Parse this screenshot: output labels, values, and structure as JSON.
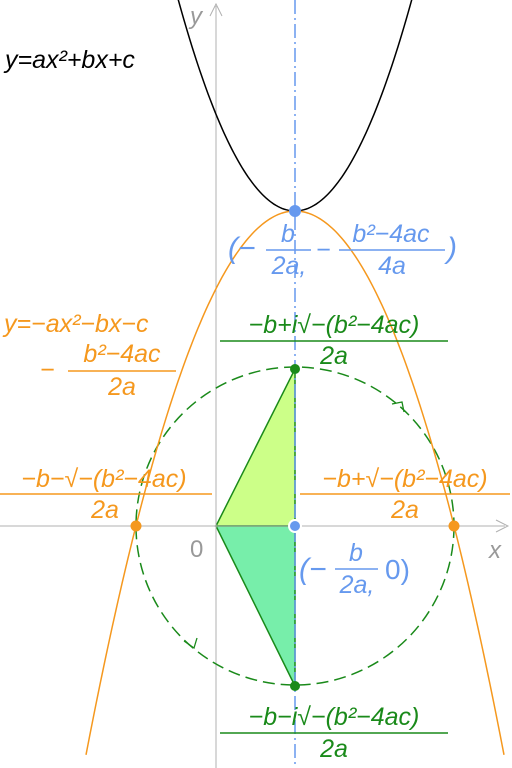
{
  "colors": {
    "axis": "#b0b0b0",
    "black_curve": "#000000",
    "orange_curve": "#f5981e",
    "blue_axis": "#6699ee",
    "green_circle": "#1a8a1a",
    "fill_upper": "#ccff88",
    "fill_lower": "#77eeaa"
  },
  "labels": {
    "y_axis": "y",
    "x_axis": "x",
    "origin": "0",
    "parabola_eq": "y=ax²+bx+c",
    "vertex_open": "(−",
    "vertex_b": "b",
    "vertex_2a": "2a,",
    "vertex_minus": "−",
    "vertex_num": "b²−4ac",
    "vertex_den": "4a",
    "vertex_close": ")",
    "mirror_eq": "y=−ax²−bx−c",
    "mirror_minus": "−",
    "mirror_num": "b²−4ac",
    "mirror_den": "2a",
    "root_top_num": "−b+i√−(b²−4ac)",
    "root_top_den": "2a",
    "root_bottom_num": "−b−i√−(b²−4ac)",
    "root_bottom_den": "2a",
    "root_left_num": "−b−√−(b²−4ac)",
    "root_left_den": "2a",
    "root_right_num": "−b+√−(b²−4ac)",
    "root_right_den": "2a",
    "center_open": "(−",
    "center_b": "b",
    "center_2a": "2a,",
    "center_zero": "0)"
  }
}
